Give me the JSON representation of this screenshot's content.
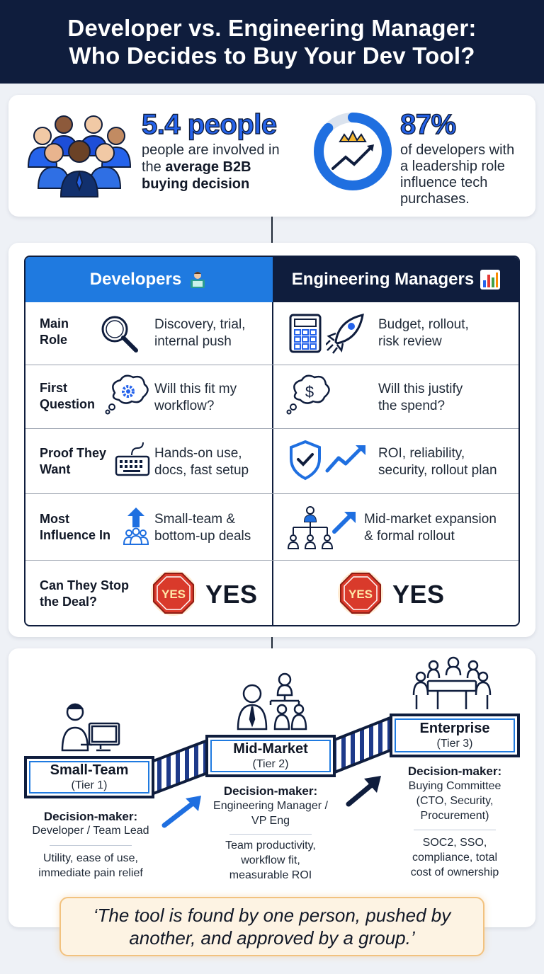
{
  "header": {
    "title_line1": "Developer vs. Engineering Manager:",
    "title_line2": "Who Decides to Buy Your Dev Tool?"
  },
  "stats": {
    "left": {
      "value": "5.4 people",
      "line1": "people are involved in",
      "line2_plain": "the ",
      "line2_bold": "average B2B",
      "line3_bold": "buying decision",
      "icon": "people-group-icon"
    },
    "right": {
      "value": "87%",
      "line1": "of developers with",
      "line2": "a leadership role",
      "line3": "influence tech",
      "line4": "purchases.",
      "icon": "crown-growth-icon",
      "ring_fill_percent": 87
    }
  },
  "comparison": {
    "developers_header": "Developers",
    "managers_header": "Engineering Managers",
    "rows": [
      {
        "label_l1": "Main",
        "label_l2": "Role",
        "dev_l1": "Discovery, trial,",
        "dev_l2": "internal push",
        "mgr_l1": "Budget, rollout,",
        "mgr_l2": "risk review",
        "dev_icon": "magnifier-icon",
        "mgr_icon": "calculator-rocket-icon"
      },
      {
        "label_l1": "First",
        "label_l2": "Question",
        "dev_l1": "Will this fit my",
        "dev_l2": "workflow?",
        "mgr_l1": "Will this justify",
        "mgr_l2": "the spend?",
        "dev_icon": "thought-gear-icon",
        "mgr_icon": "thought-dollar-icon"
      },
      {
        "label_l1": "Proof They",
        "label_l2": "Want",
        "dev_l1": "Hands-on use,",
        "dev_l2": "docs, fast setup",
        "mgr_l1": "ROI, reliability,",
        "mgr_l2": "security, rollout plan",
        "dev_icon": "keyboard-icon",
        "mgr_icon": "shield-trend-icon"
      },
      {
        "label_l1": "Most",
        "label_l2": "Influence In",
        "dev_l1": "Small-team &",
        "dev_l2": "bottom-up deals",
        "mgr_l1": "Mid-market expansion",
        "mgr_l2": "& formal rollout",
        "dev_icon": "arrow-up-team-icon",
        "mgr_icon": "org-chart-icon"
      },
      {
        "label_l1": "Can They Stop",
        "label_l2": "the Deal?",
        "dev_answer": "YES",
        "mgr_answer": "YES",
        "stop_sign_text": "YES"
      }
    ],
    "colors": {
      "dev_blue": "#1f7ae0",
      "navy": "#0f1d3d",
      "stop_red": "#d93a2b"
    }
  },
  "tiers": [
    {
      "name": "Small-Team",
      "sub": "(Tier 1)",
      "dm_title": "Decision-maker:",
      "dm_l1": "Developer / Team Lead",
      "need_l1": "Utility, ease of use,",
      "need_l2": "immediate pain relief",
      "icon": "developer-desk-icon"
    },
    {
      "name": "Mid-Market",
      "sub": "(Tier 2)",
      "dm_title": "Decision-maker:",
      "dm_l1": "Engineering Manager /",
      "dm_l2": "VP Eng",
      "need_l1": "Team productivity,",
      "need_l2": "workflow fit,",
      "need_l3": "measurable ROI",
      "icon": "manager-team-icon"
    },
    {
      "name": "Enterprise",
      "sub": "(Tier 3)",
      "dm_title": "Decision-maker:",
      "dm_l1": "Buying Committee",
      "dm_l2": "(CTO, Security,",
      "dm_l3": "Procurement)",
      "need_l1": "SOC2, SSO,",
      "need_l2": "compliance, total",
      "need_l3": "cost of ownership",
      "icon": "committee-table-icon"
    }
  ],
  "quote": {
    "line1": "‘The tool is found by one person, pushed by",
    "line2": "another, and approved by a group.’"
  }
}
